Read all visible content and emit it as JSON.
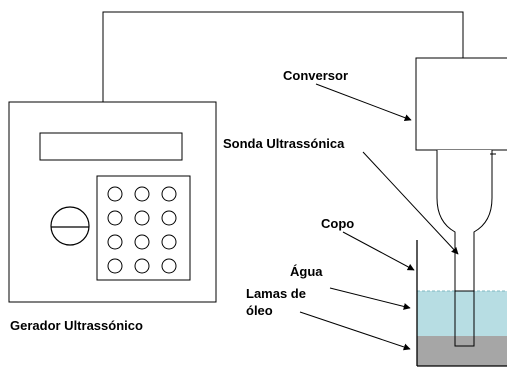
{
  "labels": {
    "converter": "Conversor",
    "probe": "Sonda Ultrassónica",
    "cup": "Copo",
    "water": "Água",
    "sludge_line1": "Lamas de",
    "sludge_line2": "óleo",
    "generator": "Gerador Ultrassónico"
  },
  "colors": {
    "water": "#b7dde3",
    "sludge": "#a6a6a6",
    "stroke": "#000000",
    "background": "#ffffff"
  },
  "keypad": {
    "rows": 4,
    "cols": 3
  }
}
